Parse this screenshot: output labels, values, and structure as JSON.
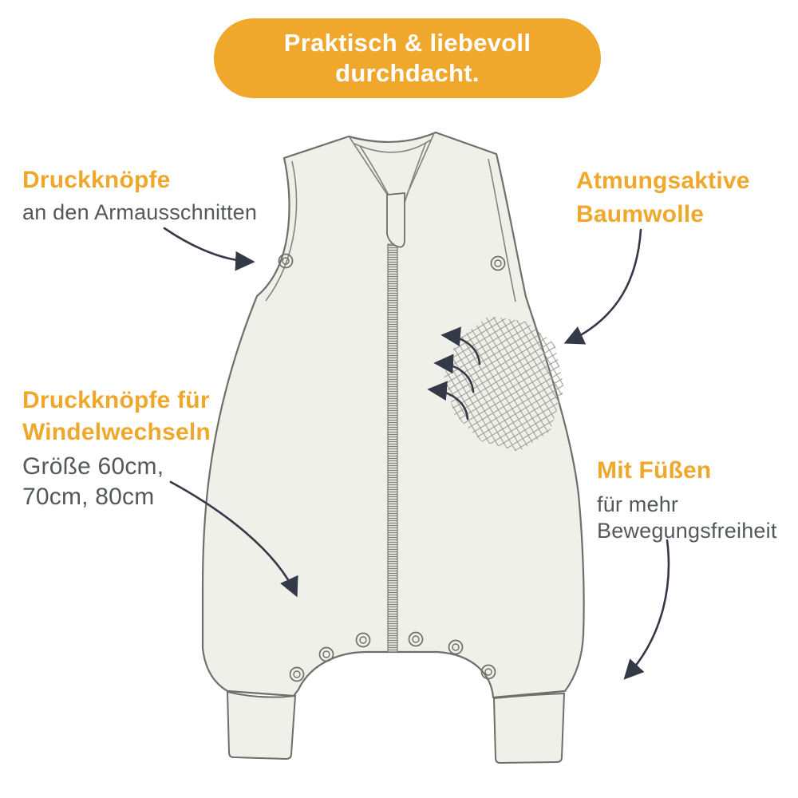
{
  "banner": {
    "line1": "Praktisch & liebevoll",
    "line2": "durchdacht."
  },
  "labels": {
    "armhole_snaps": {
      "title": "Druckknöpfe",
      "subtitle": "an den Armausschnitten"
    },
    "breathable_cotton": {
      "title_line1": "Atmungsaktive",
      "title_line2": "Baumwolle"
    },
    "diaper_snaps": {
      "title_line1": "Druckknöpfe für",
      "title_line2": "Windelwechseln",
      "subtitle_line1": "Größe 60cm,",
      "subtitle_line2": "70cm, 80cm"
    },
    "feet": {
      "title": "Mit Füßen",
      "subtitle_line1": "für mehr",
      "subtitle_line2": "Bewegungsfreiheit"
    }
  },
  "illustration": {
    "description": "Technical line drawing of a sleeveless baby sleep suit with legs, front zipper, snap buttons, breathable cotton mesh patch and foot cuffs",
    "features": [
      "armhole-snap-buttons",
      "front-zipper",
      "zipper-flap",
      "breathable-mesh-patch",
      "crotch-snap-buttons",
      "foot-cuffs"
    ]
  },
  "colors": {
    "accent_orange": "#EFA72C",
    "banner_text": "#FFFFFF",
    "body_text_gray": "#55585A",
    "arrow_dark": "#333946",
    "garment_fill": "#F0F0EA",
    "garment_outline": "#6E6E6B"
  }
}
